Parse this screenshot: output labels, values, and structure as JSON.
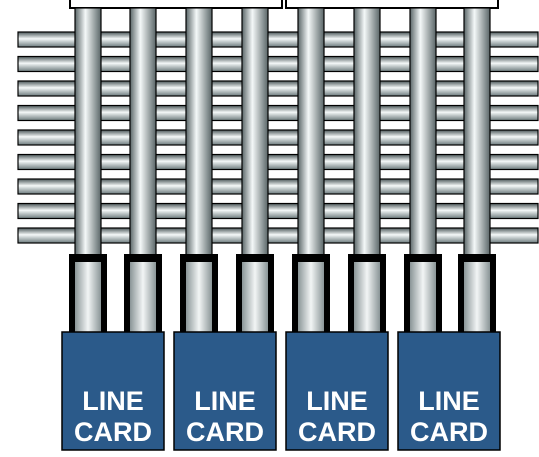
{
  "diagram": {
    "line_cards": [
      {
        "line1": "LINE",
        "line2": "CARD"
      },
      {
        "line1": "LINE",
        "line2": "CARD"
      },
      {
        "line1": "LINE",
        "line2": "CARD"
      },
      {
        "line1": "LINE",
        "line2": "CARD"
      }
    ],
    "horizontal_bus_count": 9,
    "vertical_cable_count": 8,
    "top_connector_count": 2,
    "colors": {
      "card_fill": "#2b5a8a",
      "card_text": "#ffffff",
      "cable_light": "#f4f8f8",
      "cable_mid": "#b9c6c8",
      "cable_dark": "#4a5658",
      "plug_body": "#000000",
      "outline": "#000000",
      "background": "#ffffff"
    }
  }
}
